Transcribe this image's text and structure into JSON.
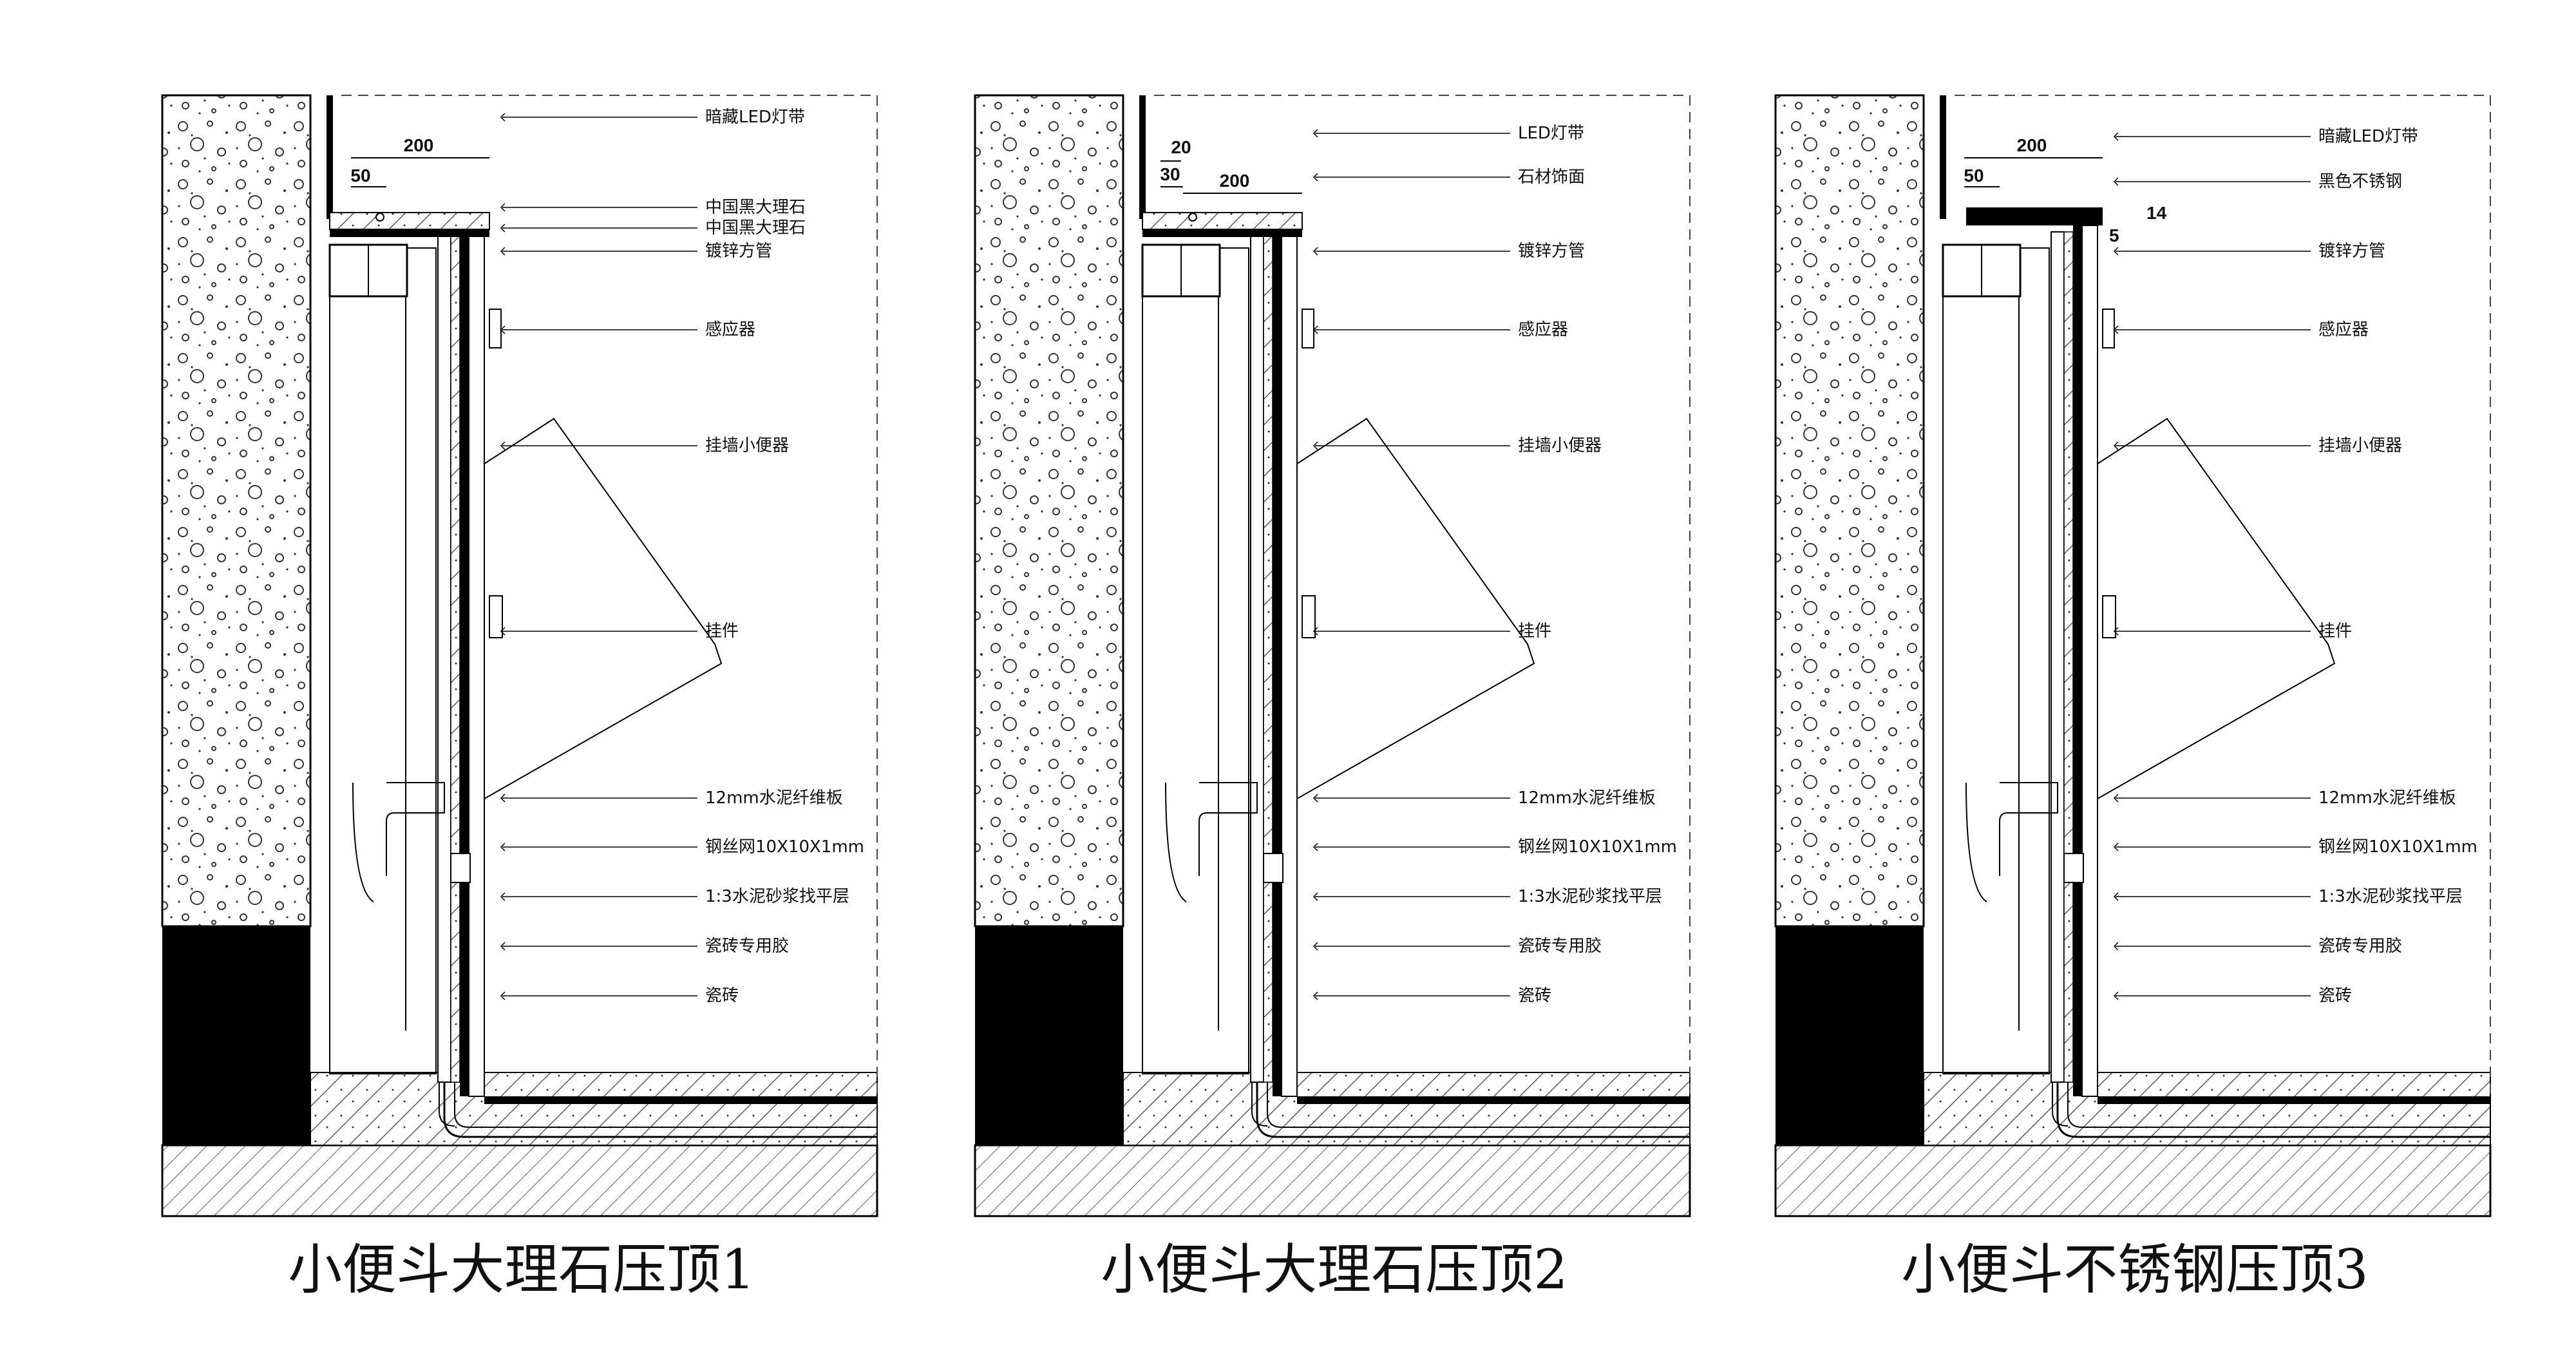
{
  "details": [
    {
      "title": "小便斗大理石压顶1",
      "dims": [
        "200",
        "50"
      ],
      "notes": [
        "暗藏LED灯带",
        "中国黑大理石",
        "中国黑大理石",
        "镀锌方管",
        "感应器",
        "挂墙小便器",
        "挂件",
        "12mm水泥纤维板",
        "钢丝网10X10X1mm",
        "1:3水泥砂浆找平层",
        "瓷砖专用胶",
        "瓷砖"
      ]
    },
    {
      "title": "小便斗大理石压顶2",
      "dims": [
        "20",
        "30",
        "200"
      ],
      "notes": [
        "LED灯带",
        "石材饰面",
        "镀锌方管",
        "感应器",
        "挂墙小便器",
        "挂件",
        "12mm水泥纤维板",
        "钢丝网10X10X1mm",
        "1:3水泥砂浆找平层",
        "瓷砖专用胶",
        "瓷砖"
      ]
    },
    {
      "title": "小便斗不锈钢压顶3",
      "dims": [
        "200",
        "50",
        "5",
        "14"
      ],
      "notes": [
        "暗藏LED灯带",
        "黑色不锈钢",
        "镀锌方管",
        "感应器",
        "挂墙小便器",
        "挂件",
        "12mm水泥纤维板",
        "钢丝网10X10X1mm",
        "1:3水泥砂浆找平层",
        "瓷砖专用胶",
        "瓷砖"
      ]
    }
  ]
}
